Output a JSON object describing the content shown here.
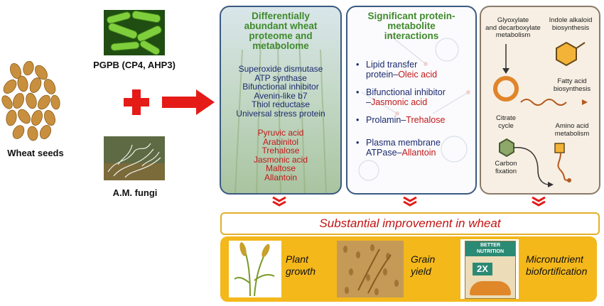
{
  "left": {
    "wheat_label": "Wheat seeds",
    "pgpb_label": "PGPB (CP4, AHP3)",
    "fungi_label": "A.M. fungi"
  },
  "panel1": {
    "title": [
      "Differentially",
      "abundant wheat",
      "proteome and",
      "metabolome"
    ],
    "proteins": [
      "Superoxide dismutase",
      "ATP synthase",
      "Bifunctional inhibitor",
      "Avenin-like b7",
      "Thiol reductase",
      "Universal stress protein"
    ],
    "metabolites": [
      "Pyruvic acid",
      "Arabinitol",
      "Trehalose",
      "Jasmonic acid",
      "Maltose",
      "Allantoin"
    ]
  },
  "panel2": {
    "title": [
      "Significant protein-",
      "metabolite",
      "interactions"
    ],
    "bullet": "•",
    "items": [
      {
        "lines": [
          [
            "Lipid transfer",
            ""
          ],
          [
            "protein–",
            "Oleic acid"
          ]
        ]
      },
      {
        "lines": [
          [
            "Bifunctional inhibitor",
            ""
          ],
          [
            "–",
            "Jasmonic acid"
          ]
        ]
      },
      {
        "lines": [
          [
            "Prolamin–",
            "Trehalose"
          ]
        ]
      },
      {
        "lines": [
          [
            "Plasma membrane",
            ""
          ],
          [
            "ATPase–",
            "Allantoin"
          ]
        ]
      }
    ]
  },
  "panel3": {
    "glyoxylate": [
      "Glyoxylate",
      "and decarboxylate",
      "metabolism"
    ],
    "indole": [
      "Indole alkaloid",
      "biosynthesis"
    ],
    "fatty": [
      "Fatty acid",
      "biosynthesis"
    ],
    "citrate": [
      "Citrate",
      "cycle"
    ],
    "amino": [
      "Amino acid",
      "metabolism"
    ],
    "carbon": [
      "Carbon",
      "fixation"
    ]
  },
  "improvement": "Substantial improvement in wheat",
  "outcomes": {
    "plant": [
      "Plant",
      "growth"
    ],
    "grain": [
      "Grain",
      "yield"
    ],
    "micro": [
      "Micronutrient",
      "biofortification"
    ]
  },
  "package": {
    "brand_line1": "BETTER",
    "brand_line2": "NUTRITION",
    "badge": "2X"
  },
  "colors": {
    "red": "#c01818",
    "blue": "#1a2a6e",
    "green_title": "#3f8a2c",
    "gold": "#f4b81b"
  }
}
